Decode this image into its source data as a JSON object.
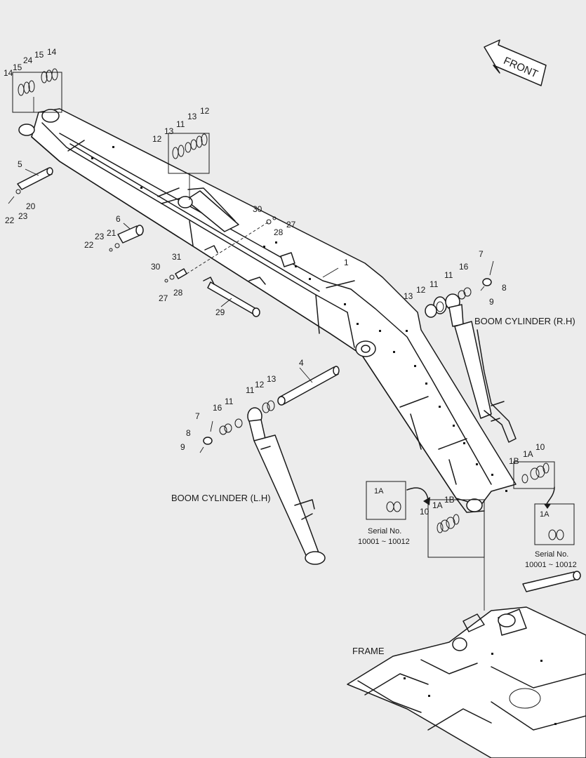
{
  "front_label": "FRONT",
  "labels": {
    "boom_cylinder_rh": "BOOM CYLINDER (R.H)",
    "boom_cylinder_lh": "BOOM CYLINDER (L.H)",
    "frame": "FRAME"
  },
  "serial_boxes": [
    {
      "part": "1A",
      "caption": "Serial No.",
      "range": "10001 ~ 10012"
    },
    {
      "part": "1A",
      "caption": "Serial No.",
      "range": "10001 ~ 10012"
    }
  ],
  "callouts": {
    "c14a": "14",
    "c15a": "15",
    "c24": "24",
    "c15b": "15",
    "c14b": "14",
    "c12a": "12",
    "c13a": "13",
    "c11a": "11",
    "c13b": "13",
    "c12b": "12",
    "c5": "5",
    "c20": "20",
    "c22a": "22",
    "c23a": "23",
    "c6": "6",
    "c23b": "23",
    "c21": "21",
    "c22b": "22",
    "c30a": "30",
    "c28a": "28",
    "c27a": "27",
    "c31": "31",
    "c30b": "30",
    "c28b": "28",
    "c27b": "27",
    "c29": "29",
    "c1": "1",
    "c7a": "7",
    "c13c": "13",
    "c12c": "12",
    "c11b": "11",
    "c11c": "11",
    "c16a": "16",
    "c8a": "8",
    "c9a": "9",
    "c4": "4",
    "c11d": "11",
    "c12d": "12",
    "c13d": "13",
    "c11e": "11",
    "c16b": "16",
    "c7b": "7",
    "c8b": "8",
    "c9b": "9",
    "c1A_r": "1A",
    "c10_r": "10",
    "c1B_r": "1B",
    "c10_l": "10",
    "c1A_l": "1A",
    "c1B_l": "1B"
  }
}
